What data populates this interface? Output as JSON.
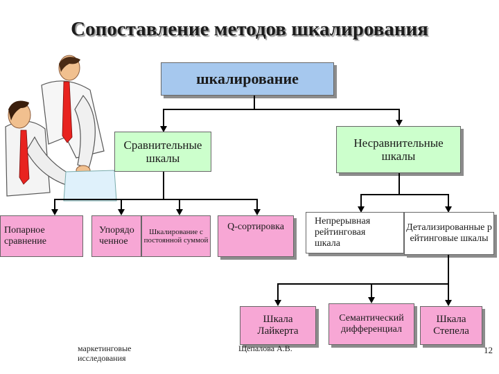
{
  "title": "Сопоставление методов шкалирования",
  "root": "шкалирование",
  "comparative": "Сравнительные шкалы",
  "noncomparative": "Несравнительные шкалы",
  "pairwise": "Попарное сравнение",
  "ordered": "Упорядоченное",
  "ordered_line1": "Упорядо",
  "ordered_line2": "ченное",
  "constant_sum": "Шкалирование с постоянной суммой",
  "q_sort": "Q-сортировка",
  "continuous": "Непрерывная рейтинговая шкала",
  "detailed": "Детализированные рейтинговые шкалы",
  "likert": "Шкала Лайкерта",
  "semantic": "Семантический дифференциал",
  "stapel": "Шкала Степела",
  "footer_left": "маркетинговые исследования",
  "footer_center": "Щепалова А.В.",
  "page_number": "12",
  "colors": {
    "root_box": "#a6c8ee",
    "level2_boxes": "#ccffcc",
    "leaf_boxes": "#f7a7d5",
    "shirt": "#ffffff",
    "tie": "#e8231f"
  }
}
